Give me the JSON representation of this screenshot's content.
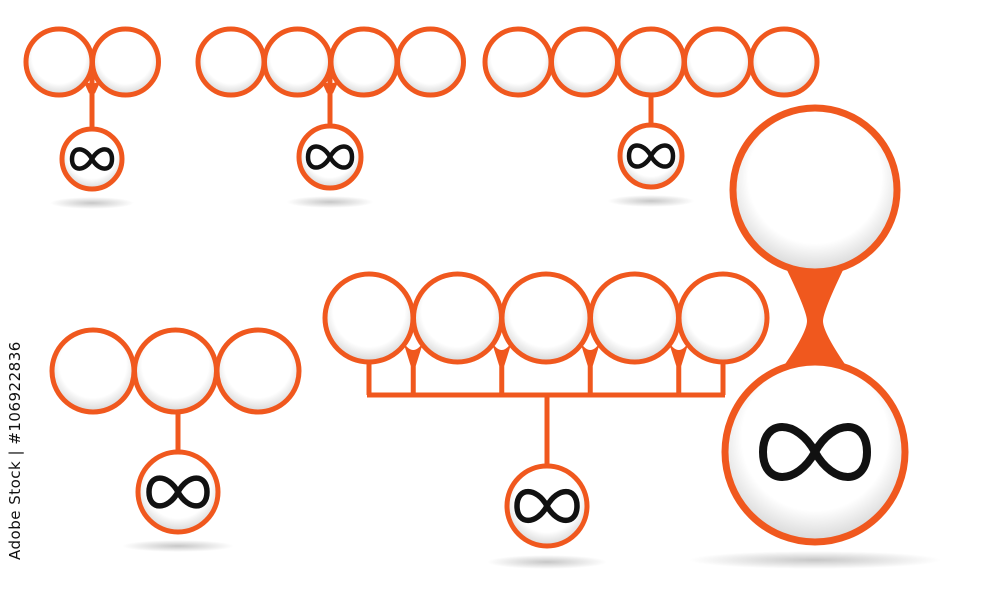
{
  "watermark_id": "Adobe Stock | #106922836",
  "colors": {
    "stroke": "#f0581e",
    "fill_inner": "#ffffff",
    "shade": "#d2d2d2",
    "symbol": "#111111",
    "background": "#ffffff"
  },
  "symbol_name": "infinity-symbol",
  "diagrams": [
    {
      "id": "two-circle",
      "top_circles": 2,
      "joined_by": "stem"
    },
    {
      "id": "four-circle",
      "top_circles": 4,
      "joined_by": "stem"
    },
    {
      "id": "five-circle-top",
      "top_circles": 5,
      "joined_by": "stem"
    },
    {
      "id": "three-circle",
      "top_circles": 3,
      "joined_by": "stem"
    },
    {
      "id": "five-circle-bracket",
      "top_circles": 5,
      "joined_by": "bracket"
    },
    {
      "id": "large-vertical",
      "top_circles": 1,
      "joined_by": "neck"
    }
  ]
}
